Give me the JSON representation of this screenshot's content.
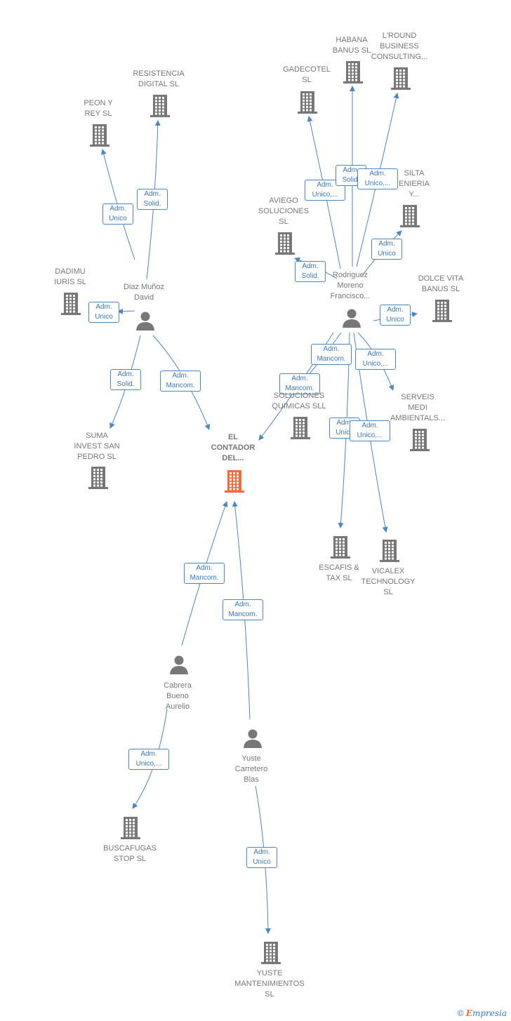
{
  "colors": {
    "edge": "#4a86c8",
    "node": "#777777",
    "focus": "#f26b3a"
  },
  "nodes": [
    {
      "id": "peon",
      "type": "company",
      "label": "PEON Y\nREY SL"
    },
    {
      "id": "resistencia",
      "type": "company",
      "label": "RESISTENCIA\nDIGITAL  SL"
    },
    {
      "id": "dadimu",
      "type": "company",
      "label": "DADIMU\nIURIS  SL"
    },
    {
      "id": "diaz",
      "type": "person",
      "label": "Diaz Muñoz\nDavid"
    },
    {
      "id": "suma",
      "type": "company",
      "label": "SUMA\nINVEST SAN\nPEDRO  SL"
    },
    {
      "id": "contador",
      "type": "focus",
      "label": "EL\nCONTADOR\nDEL..."
    },
    {
      "id": "gadecotel",
      "type": "company",
      "label": "GADECOTEL\nSL"
    },
    {
      "id": "habana",
      "type": "company",
      "label": "HABANA\nBANUS SL"
    },
    {
      "id": "lround",
      "type": "company",
      "label": "L'ROUND\nBUSINESS\nCONSULTING..."
    },
    {
      "id": "silta",
      "type": "company",
      "label": "SILTA\nENIERIA\nY..."
    },
    {
      "id": "aviego",
      "type": "company",
      "label": "AVIEGO\nSOLUCIONES\nSL"
    },
    {
      "id": "rodriguez",
      "type": "person",
      "label": "Rodriguez\nMoreno\nFrancisco..."
    },
    {
      "id": "dolce",
      "type": "company",
      "label": "DOLCE VITA\nBANUS SL"
    },
    {
      "id": "quimicas",
      "type": "company",
      "label": "SOLUCIONES\nQUIMICAS SLL"
    },
    {
      "id": "serveis",
      "type": "company",
      "label": "SERVEIS\nMEDI\nAMBIENTALS..."
    },
    {
      "id": "escafis",
      "type": "company",
      "label": "ESCAFIS &\nTAX  SL"
    },
    {
      "id": "vicalex",
      "type": "company",
      "label": "VICALEX\nTECHNOLOGY\nSL"
    },
    {
      "id": "cabrera",
      "type": "person",
      "label": "Cabrera\nBueno\nAurelio"
    },
    {
      "id": "yuste",
      "type": "person",
      "label": "Yuste\nCarretero\nBlas"
    },
    {
      "id": "buscafugas",
      "type": "company",
      "label": "BUSCAFUGAS\nSTOP  SL"
    },
    {
      "id": "yustemant",
      "type": "company",
      "label": "YUSTE\nMANTENIMIENTOS\nSL"
    }
  ],
  "edges": [
    {
      "from": "diaz",
      "to": "peon",
      "label": "Adm.\nUnico"
    },
    {
      "from": "diaz",
      "to": "resistencia",
      "label": "Adm.\nSolid."
    },
    {
      "from": "diaz",
      "to": "dadimu",
      "label": "Adm.\nUnico"
    },
    {
      "from": "diaz",
      "to": "suma",
      "label": "Adm.\nSolid."
    },
    {
      "from": "diaz",
      "to": "contador",
      "label": "Adm.\nMancom."
    },
    {
      "from": "rodriguez",
      "to": "gadecotel",
      "label": "Adm.\nUnico,..."
    },
    {
      "from": "rodriguez",
      "to": "habana",
      "label": "Adm.\nSolid."
    },
    {
      "from": "rodriguez",
      "to": "lround",
      "label": "Adm.\nUnico,..."
    },
    {
      "from": "rodriguez",
      "to": "silta",
      "label": "Adm.\nUnico"
    },
    {
      "from": "rodriguez",
      "to": "aviego",
      "label": "Adm.\nSolid."
    },
    {
      "from": "rodriguez",
      "to": "dolce",
      "label": "Adm.\nUnico"
    },
    {
      "from": "rodriguez",
      "to": "quimicas",
      "label": "Adm.\nMancom."
    },
    {
      "from": "rodriguez",
      "to": "serveis",
      "label": "Adm.\nUnico,..."
    },
    {
      "from": "rodriguez",
      "to": "contador",
      "label": "Adm.\nMancom."
    },
    {
      "from": "rodriguez",
      "to": "escafis",
      "label": "Adm.\nUnico"
    },
    {
      "from": "rodriguez",
      "to": "vicalex",
      "label": "Adm.\nUnico,..."
    },
    {
      "from": "cabrera",
      "to": "contador",
      "label": "Adm.\nMancom."
    },
    {
      "from": "yuste",
      "to": "contador",
      "label": "Adm.\nMancom."
    },
    {
      "from": "cabrera",
      "to": "buscafugas",
      "label": "Adm.\nUnico,..."
    },
    {
      "from": "yuste",
      "to": "yustemant",
      "label": "Adm.\nUnico"
    }
  ],
  "footer": {
    "copyright": "©",
    "brand_e": "E",
    "brand_rest": "mpresia"
  }
}
